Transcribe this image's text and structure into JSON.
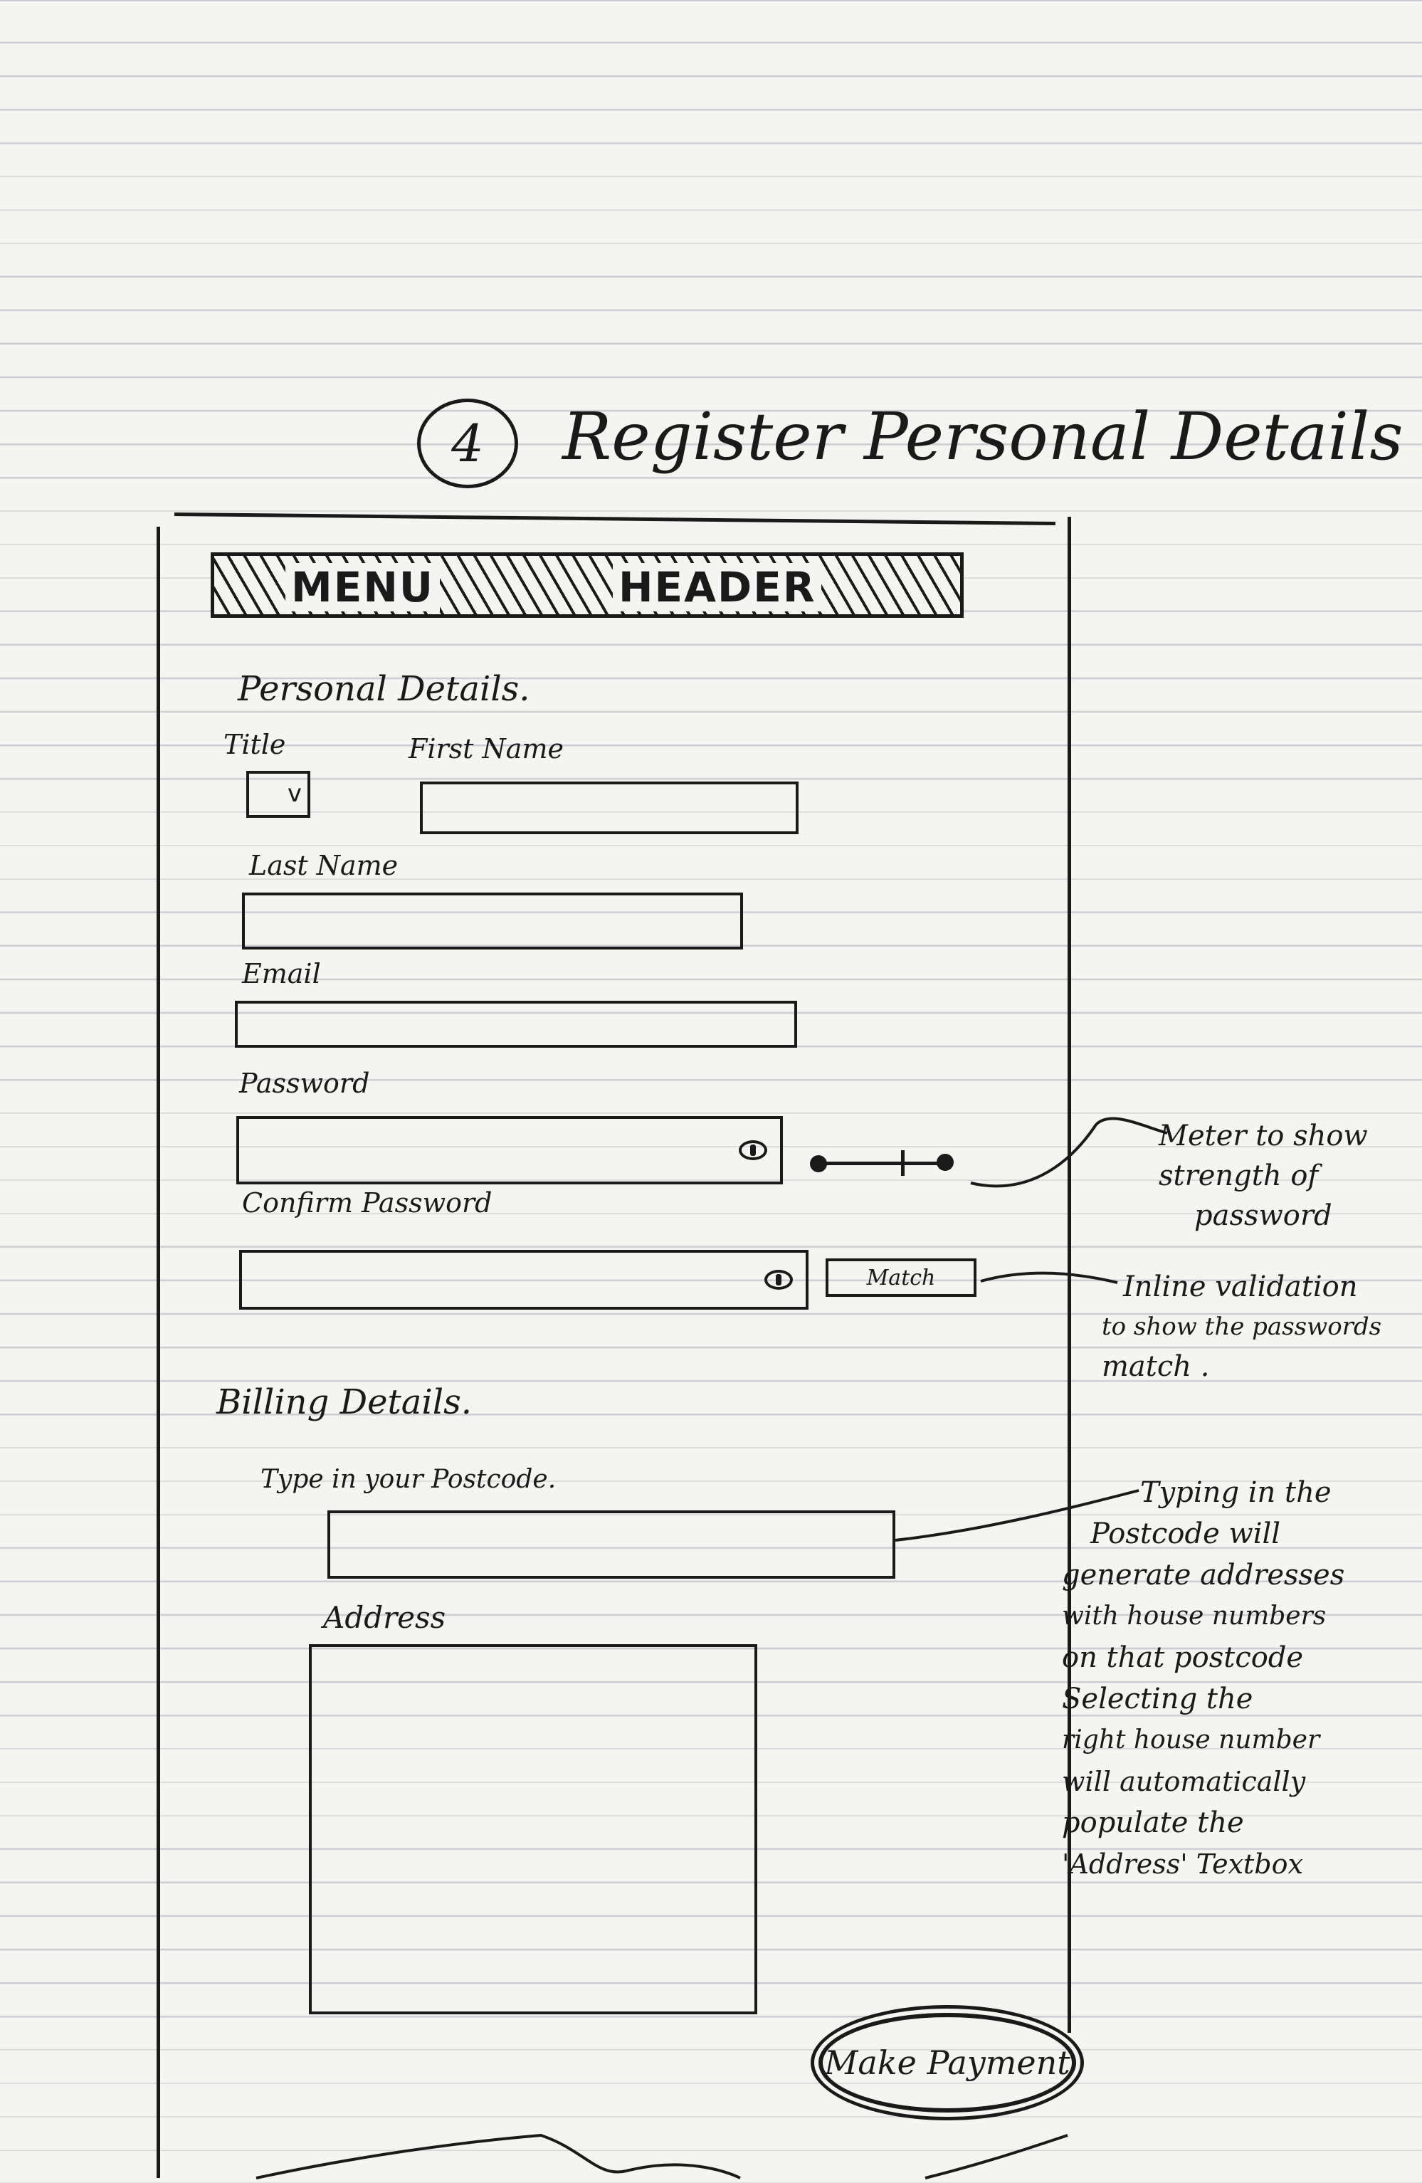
{
  "page": {
    "step_number": "4",
    "title": "Register Personal Details ."
  },
  "header": {
    "menu": "MENU",
    "header": "HEADER"
  },
  "personal": {
    "section_title": "Personal Details.",
    "title_label": "Title",
    "first_name_label": "First Name",
    "last_name_label": "Last Name",
    "email_label": "Email",
    "password_label": "Password",
    "confirm_password_label": "Confirm Password",
    "match_label": "Match"
  },
  "billing": {
    "section_title": "Billing Details.",
    "postcode_label": "Type in your Postcode.",
    "address_label": "Address"
  },
  "actions": {
    "make_payment": "Make Payment"
  },
  "annotations": {
    "meter": [
      "Meter to show",
      "strength of",
      "password"
    ],
    "match": [
      "Inline validation",
      "to show the passwords",
      "match ."
    ],
    "postcode": [
      "Typing in the",
      "Postcode will",
      "generate addresses",
      "with house numbers",
      "on that postcode",
      "Selecting the",
      "right house number",
      "will automatically",
      "populate the",
      "'Address' Textbox"
    ]
  },
  "colors": {
    "ink": "#1a1a1a",
    "paper": "#f4f4f1",
    "rule": "#c9ccd0"
  },
  "icons": {
    "title_dropdown": "chevron-down-icon",
    "password_reveal": "eye-icon",
    "confirm_reveal": "eye-icon"
  }
}
